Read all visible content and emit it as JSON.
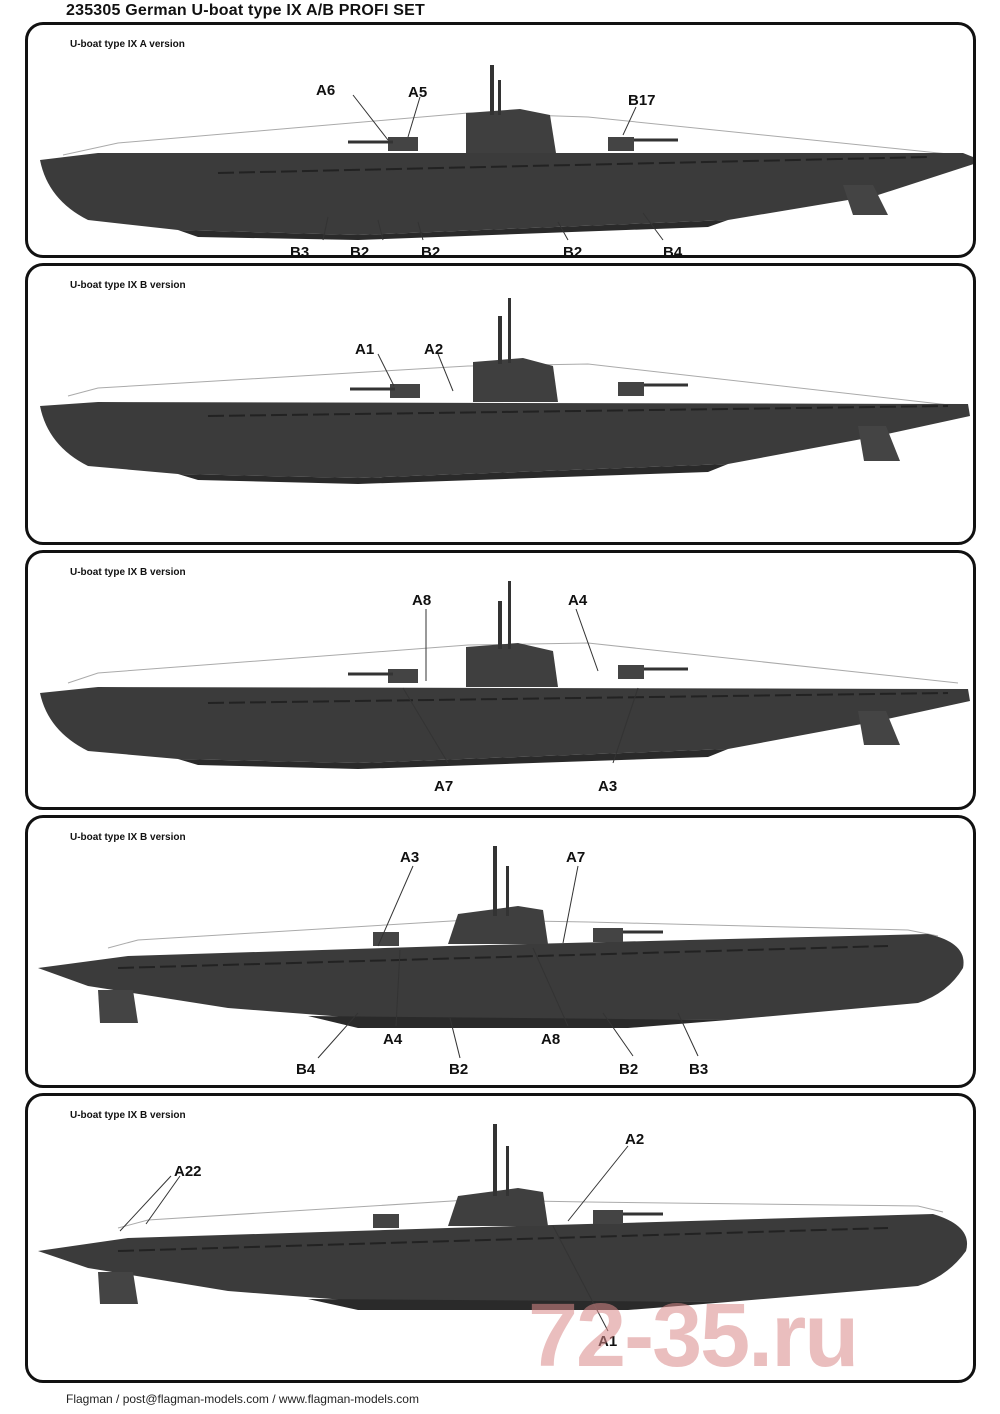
{
  "title": "235305 German U-boat type IX A/B PROFI SET",
  "colors": {
    "hull": "#3b3b3b",
    "hull_dark": "#2a2a2a",
    "detail": "#9a9a9a",
    "line": "#222222"
  },
  "panels": [
    {
      "label": "U-boat type IX A version",
      "callouts": [
        "A6",
        "A5",
        "B17",
        "B3",
        "B2",
        "B2",
        "B2",
        "B4"
      ]
    },
    {
      "label": "U-boat type IX B version",
      "callouts": [
        "A1",
        "A2"
      ]
    },
    {
      "label": "U-boat type IX B version",
      "callouts": [
        "A8",
        "A4",
        "A7",
        "A3"
      ]
    },
    {
      "label": "U-boat type IX B version",
      "callouts": [
        "A3",
        "A7",
        "A4",
        "A8",
        "B4",
        "B2",
        "B2",
        "B3"
      ]
    },
    {
      "label": "U-boat type IX B version",
      "callouts": [
        "A22",
        "A2",
        "A1"
      ]
    }
  ],
  "footer": "Flagman / post@flagman-models.com / www.flagman-models.com",
  "watermark": "72-35.ru"
}
